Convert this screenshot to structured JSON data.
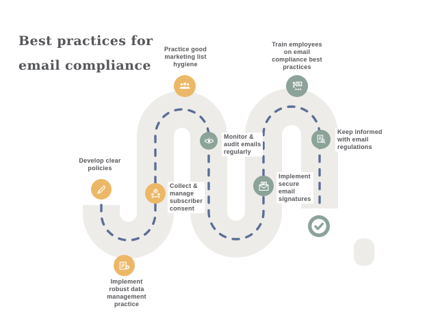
{
  "title": {
    "line1": "Best practices for",
    "line2": "email compliance"
  },
  "colors": {
    "orange": "#ecb867",
    "sage": "#8ba399",
    "road": "#eeece9",
    "dash": "#5b6e94",
    "text": "#55565a",
    "title_text": "#56575b",
    "background": "#ffffff"
  },
  "milestones": [
    {
      "id": "practice-good-marketing-list-hygiene",
      "icon": "people-group-icon",
      "color": "orange",
      "lines": [
        "Practice good",
        "marketing list",
        "hygiene"
      ]
    },
    {
      "id": "train-employees",
      "icon": "training-presentation-icon",
      "color": "sage",
      "lines": [
        "Train employees",
        "on email",
        "compliance best",
        "practices"
      ]
    },
    {
      "id": "monitor-audit-emails",
      "icon": "eye-icon",
      "color": "sage",
      "lines": [
        "Monitor &",
        "audit emails",
        "regularly"
      ]
    },
    {
      "id": "keep-informed-regulations",
      "icon": "regulations-document-icon",
      "color": "sage",
      "lines": [
        "Keep informed",
        "with email",
        "regulations"
      ]
    },
    {
      "id": "develop-clear-policies",
      "icon": "pencil-icon",
      "color": "orange",
      "lines": [
        "Develop clear",
        "policies"
      ]
    },
    {
      "id": "collect-manage-subscriber-consent",
      "icon": "consent-agreement-icon",
      "color": "orange",
      "lines": [
        "Collect &",
        "manage",
        "subscriber",
        "consent"
      ]
    },
    {
      "id": "implement-secure-email-signatures",
      "icon": "envelope-icon",
      "color": "sage",
      "lines": [
        "Implement",
        "secure",
        "email",
        "signatures"
      ]
    },
    {
      "id": "implement-robust-data-management",
      "icon": "data-management-icon",
      "color": "orange",
      "lines": [
        "Implement",
        "robust data",
        "management",
        "practice"
      ]
    },
    {
      "id": "journey-complete",
      "icon": "check-icon",
      "color": "sage",
      "lines": []
    }
  ]
}
